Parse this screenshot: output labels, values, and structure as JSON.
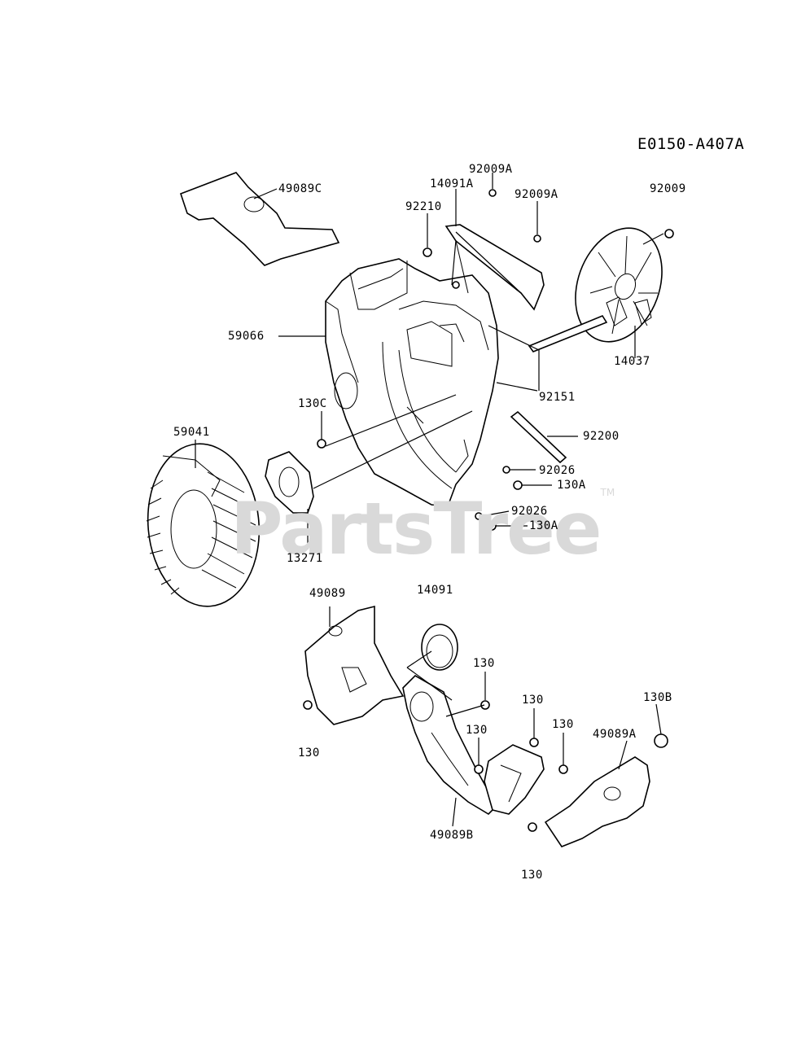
{
  "watermark": {
    "text": "PartsTree",
    "tm": "TM"
  },
  "diagram_code": "E0150-A407A",
  "labels": [
    {
      "id": "p49089c",
      "text": "49089C"
    },
    {
      "id": "p92009a-1",
      "text": "92009A"
    },
    {
      "id": "p14091a",
      "text": "14091A"
    },
    {
      "id": "p92009a-2",
      "text": "92009A"
    },
    {
      "id": "p92009",
      "text": "92009"
    },
    {
      "id": "p92210",
      "text": "92210"
    },
    {
      "id": "p59066",
      "text": "59066"
    },
    {
      "id": "p92151",
      "text": "92151"
    },
    {
      "id": "p14037",
      "text": "14037"
    },
    {
      "id": "p130c",
      "text": "130C"
    },
    {
      "id": "p59041",
      "text": "59041"
    },
    {
      "id": "p92200",
      "text": "92200"
    },
    {
      "id": "p92026-1",
      "text": "92026"
    },
    {
      "id": "p130a-1",
      "text": "130A"
    },
    {
      "id": "p92026-2",
      "text": "92026"
    },
    {
      "id": "p130a-2",
      "text": "130A"
    },
    {
      "id": "p13271",
      "text": "13271"
    },
    {
      "id": "p49089",
      "text": "49089"
    },
    {
      "id": "p14091",
      "text": "14091"
    },
    {
      "id": "p130-1",
      "text": "130"
    },
    {
      "id": "p130-2",
      "text": "130"
    },
    {
      "id": "p130b",
      "text": "130B"
    },
    {
      "id": "p130-3",
      "text": "130"
    },
    {
      "id": "p130-4",
      "text": "130"
    },
    {
      "id": "p49089a",
      "text": "49089A"
    },
    {
      "id": "p130-5",
      "text": "130"
    },
    {
      "id": "p49089b",
      "text": "49089B"
    },
    {
      "id": "p130-6",
      "text": "130"
    }
  ]
}
